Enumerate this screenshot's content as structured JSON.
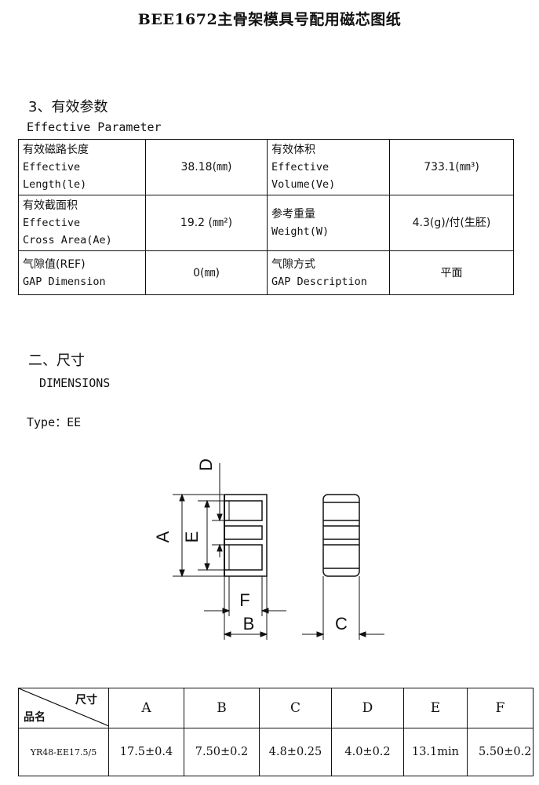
{
  "title": "BEE1672主骨架模具号配用磁芯图纸",
  "section3": {
    "heading": "3、有效参数",
    "subheading": "Effective Parameter",
    "rows": [
      {
        "label1_cn": "有效磁路长度",
        "label1_en1": "Effective",
        "label1_en2": "Length(le)",
        "value1": "38.18(㎜)",
        "label2_cn": "有效体积",
        "label2_en1": "Effective",
        "label2_en2": "Volume(Ve)",
        "value2": "733.1(㎜³)"
      },
      {
        "label1_cn": "有效截面积",
        "label1_en1": "Effective",
        "label1_en2": "Cross Area(Ae)",
        "value1": "19.2 (㎜²)",
        "label2_cn": "参考重量",
        "label2_en1": "Weight(W)",
        "label2_en2": "",
        "value2": "4.3(g)/付(生胚)"
      },
      {
        "label1_cn": "气隙值(REF)",
        "label1_en1": "GAP Dimension",
        "label1_en2": "",
        "value1": "0(㎜)",
        "label2_cn": "气隙方式",
        "label2_en1": "GAP Description",
        "label2_en2": "",
        "value2": "平面"
      }
    ]
  },
  "dimensions": {
    "heading": "二、尺寸",
    "subheading": "DIMENSIONS",
    "type_label": "Type：EE",
    "labels": {
      "A": "A",
      "B": "B",
      "C": "C",
      "D": "D",
      "E": "E",
      "F": "F"
    }
  },
  "dims_table": {
    "corner_top": "尺寸",
    "corner_bottom": "品名",
    "headers": [
      "A",
      "B",
      "C",
      "D",
      "E",
      "F"
    ],
    "row": {
      "name": "YR48-EE17.5/5",
      "values": [
        "17.5±0.4",
        "7.50±0.2",
        "4.8±0.25",
        "4.0±0.2",
        "13.1min",
        "5.50±0.2"
      ]
    }
  }
}
